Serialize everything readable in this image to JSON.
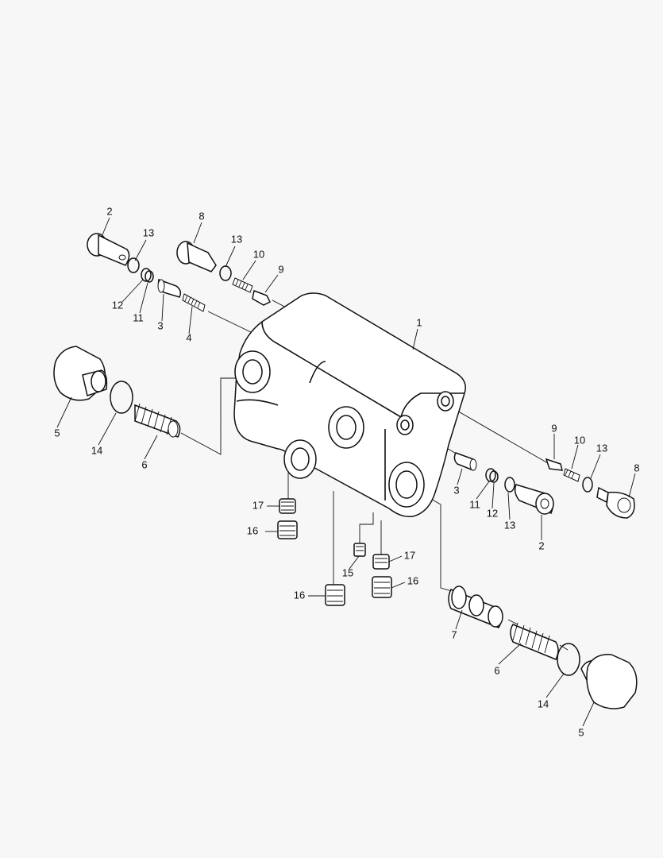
{
  "callouts": {
    "c1": "1",
    "c2a": "2",
    "c2b": "2",
    "c3a": "3",
    "c3b": "3",
    "c4": "4",
    "c5a": "5",
    "c5b": "5",
    "c6a": "6",
    "c6b": "6",
    "c7": "7",
    "c8a": "8",
    "c8b": "8",
    "c9a": "9",
    "c9b": "9",
    "c10a": "10",
    "c10b": "10",
    "c11a": "11",
    "c11b": "11",
    "c12a": "12",
    "c12b": "12",
    "c13a": "13",
    "c13b": "13",
    "c13c": "13",
    "c13d": "13",
    "c14a": "14",
    "c14b": "14",
    "c15": "15",
    "c16a": "16",
    "c16b": "16",
    "c16c": "16",
    "c17a": "17",
    "c17b": "17"
  }
}
